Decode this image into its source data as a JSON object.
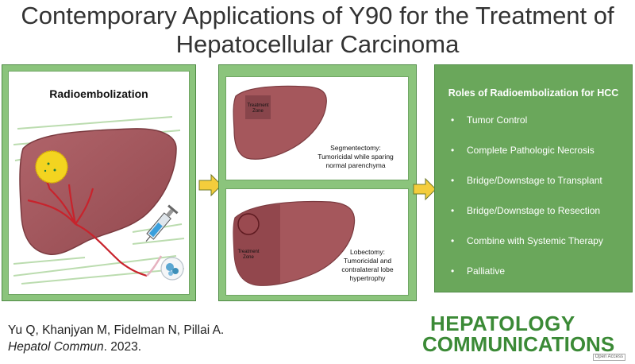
{
  "title": {
    "line1": "Contemporary Applications of Y90 for the Treatment of",
    "line2": "Hepatocellular Carcinoma"
  },
  "left_panel": {
    "heading": "Radioembolization",
    "icons": [
      "liver-icon",
      "tumor-icon",
      "syringe-icon",
      "microsphere-icon"
    ]
  },
  "middle_panel": {
    "segmentectomy": {
      "zone_label_line1": "Treatment",
      "zone_label_line2": "Zone",
      "caption_line1": "Segmentectomy:",
      "caption_line2": "Tumoricidal while sparing",
      "caption_line3": "normal parenchyma"
    },
    "lobectomy": {
      "zone_label_line1": "Treatment",
      "zone_label_line2": "Zone",
      "caption_line1": "Lobectomy:",
      "caption_line2": "Tumoricidal and",
      "caption_line3": "contralateral lobe",
      "caption_line4": "hypertrophy"
    }
  },
  "right_panel": {
    "heading": "Roles of Radioembolization for HCC",
    "bullet": "•",
    "roles": [
      "Tumor Control",
      "Complete Pathologic Necrosis",
      "Bridge/Downstage to Transplant",
      "Bridge/Downstage to Resection",
      "Combine with Systemic Therapy",
      "Palliative"
    ]
  },
  "citation": {
    "authors": "Yu Q, Khanjyan M, Fidelman N, Pillai A.",
    "journal": "Hepatol Commun",
    "year": ". 2023."
  },
  "logo": {
    "line1": "HEPATOLOGY",
    "line2": "COMMUNICATIONS",
    "badge": "Open Access"
  },
  "colors": {
    "panel_green": "#8bc47c",
    "right_panel_green": "#6aa75b",
    "liver": "#a5575c",
    "vessel": "#c8232c",
    "tumor": "#f3d420",
    "arrow": "#f4cd3c",
    "logo_green": "#3b8a36"
  }
}
